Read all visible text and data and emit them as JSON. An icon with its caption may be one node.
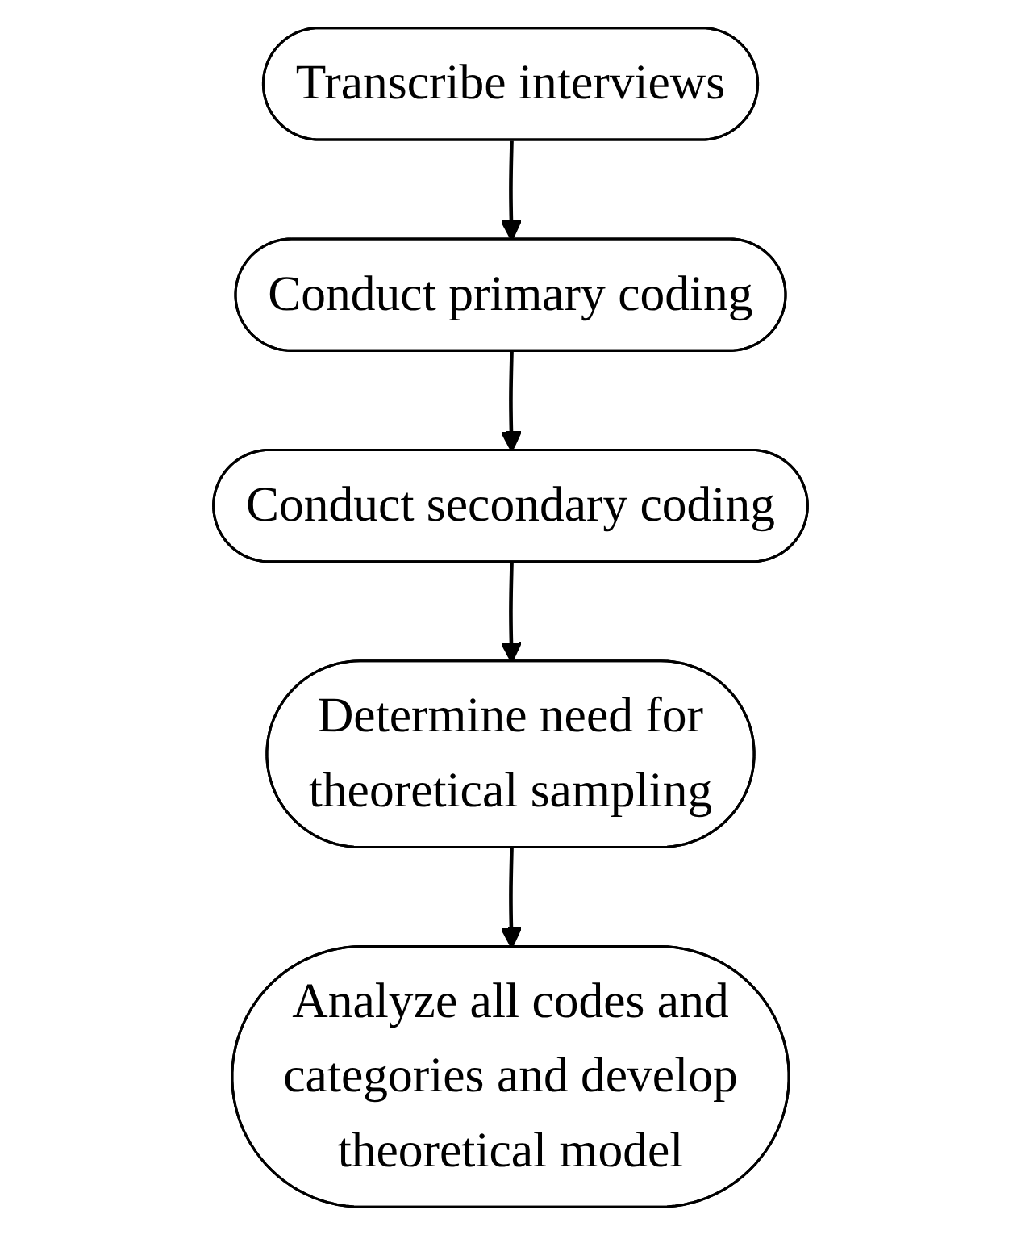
{
  "diagram": {
    "nodes": [
      {
        "text": [
          "Transcribe interviews"
        ]
      },
      {
        "text": [
          "Conduct primary coding"
        ]
      },
      {
        "text": [
          "Conduct secondary coding"
        ]
      },
      {
        "text": [
          "Determine need for theoretical sampling"
        ]
      },
      {
        "text": [
          "Analyze all codes and categories and develop theoretical model"
        ]
      }
    ],
    "edges": [
      {
        "from": 0,
        "to": 1,
        "arrow": "to"
      },
      {
        "from": 1,
        "to": 2,
        "arrow": "to"
      },
      {
        "from": 2,
        "to": 3,
        "arrow": "to"
      },
      {
        "from": 3,
        "to": 4,
        "arrow": "to"
      }
    ]
  }
}
